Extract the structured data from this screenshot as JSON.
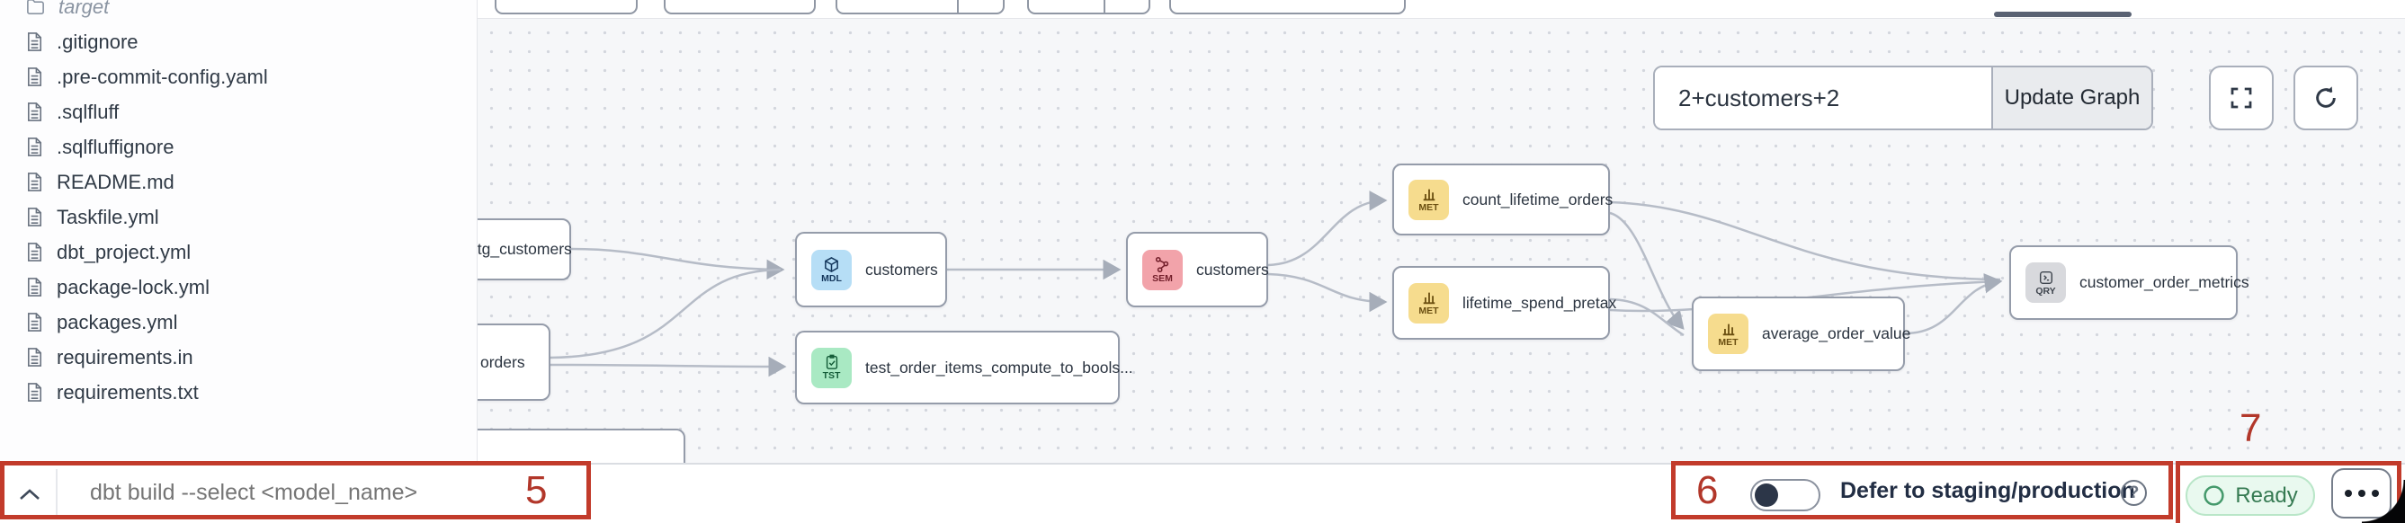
{
  "sidebar": {
    "folder": "target",
    "files": [
      ".gitignore",
      ".pre-commit-config.yaml",
      ".sqlfluff",
      ".sqlfluffignore",
      "README.md",
      "Taskfile.yml",
      "dbt_project.yml",
      "package-lock.yml",
      "packages.yml",
      "requirements.in",
      "requirements.txt"
    ]
  },
  "lineage": {
    "selector": {
      "value": "2+customers+2",
      "update_button": "Update Graph"
    },
    "nodes": [
      {
        "label": "stg_customers",
        "badge": ""
      },
      {
        "label": "orders",
        "badge": ""
      },
      {
        "label": "customers",
        "badge": "MDL"
      },
      {
        "label": "test_order_items_compute_to_bools...",
        "badge": "TST"
      },
      {
        "label": "customers",
        "badge": "SEM"
      },
      {
        "label": "count_lifetime_orders",
        "badge": "MET"
      },
      {
        "label": "lifetime_spend_pretax",
        "badge": "MET"
      },
      {
        "label": "average_order_value",
        "badge": "MET"
      },
      {
        "label": "customer_order_metrics",
        "badge": "QRY"
      }
    ],
    "edges": [
      {
        "from": "stg_customers",
        "to": "customers (MDL)"
      },
      {
        "from": "orders",
        "to": "customers (MDL)"
      },
      {
        "from": "orders",
        "to": "test_order_items_compute_to_bools..."
      },
      {
        "from": "customers (MDL)",
        "to": "customers (SEM)"
      },
      {
        "from": "customers (SEM)",
        "to": "count_lifetime_orders"
      },
      {
        "from": "customers (SEM)",
        "to": "lifetime_spend_pretax"
      },
      {
        "from": "count_lifetime_orders",
        "to": "average_order_value"
      },
      {
        "from": "count_lifetime_orders",
        "to": "customer_order_metrics"
      },
      {
        "from": "lifetime_spend_pretax",
        "to": "average_order_value"
      },
      {
        "from": "lifetime_spend_pretax",
        "to": "customer_order_metrics"
      },
      {
        "from": "average_order_value",
        "to": "customer_order_metrics"
      }
    ]
  },
  "command_bar": {
    "placeholder": "dbt build --select <model_name>"
  },
  "defer_toggle": {
    "label": "Defer to staging/production",
    "state": "off",
    "help": "?"
  },
  "status_badge": {
    "label": "Ready"
  },
  "annotations": {
    "color": "#c23b2b",
    "labels": [
      "5",
      "6",
      "7"
    ]
  }
}
